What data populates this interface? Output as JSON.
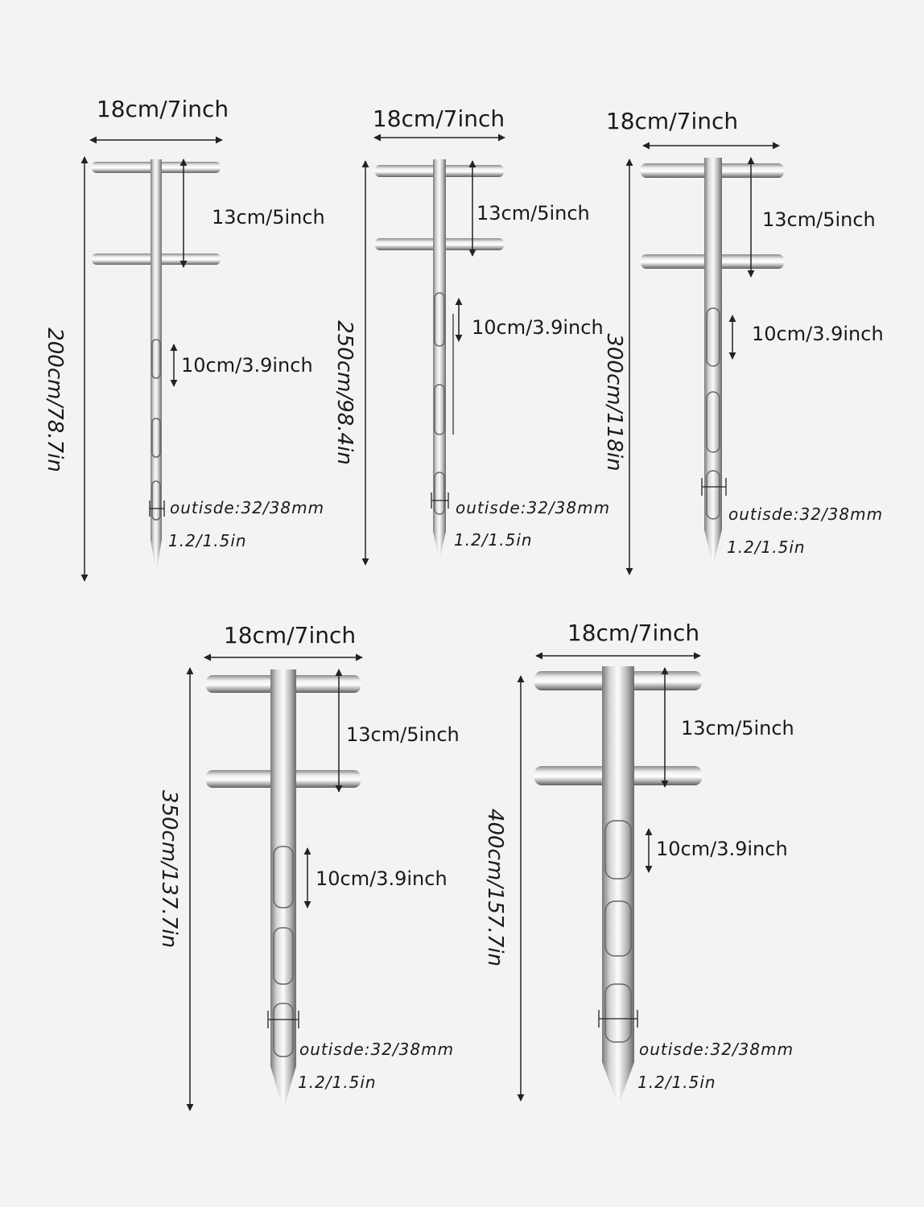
{
  "colors": {
    "background": "#f3f3f3",
    "steel_light": "#f4f4f4",
    "steel_mid": "#c4c4c4",
    "steel_dark": "#6e6e6e",
    "line": "#222222"
  },
  "probes": [
    {
      "id": "p200",
      "handle_width": "18cm/7inch",
      "handle_gap": "13cm/5inch",
      "slot_length": "10cm/3.9inch",
      "total_length": "200cm/78.7in",
      "outside_diameter": "outisde:32/38mm",
      "outside_diameter_in": "1.2/1.5in"
    },
    {
      "id": "p250",
      "handle_width": "18cm/7inch",
      "handle_gap": "13cm/5inch",
      "slot_length": "10cm/3.9inch",
      "total_length": "250cm/98.4in",
      "outside_diameter": "outisde:32/38mm",
      "outside_diameter_in": "1.2/1.5in"
    },
    {
      "id": "p300",
      "handle_width": "18cm/7inch",
      "handle_gap": "13cm/5inch",
      "slot_length": "10cm/3.9inch",
      "total_length": "300cm/118in",
      "outside_diameter": "outisde:32/38mm",
      "outside_diameter_in": "1.2/1.5in"
    },
    {
      "id": "p350",
      "handle_width": "18cm/7inch",
      "handle_gap": "13cm/5inch",
      "slot_length": "10cm/3.9inch",
      "total_length": "350cm/137.7in",
      "outside_diameter": "outisde:32/38mm",
      "outside_diameter_in": "1.2/1.5in"
    },
    {
      "id": "p400",
      "handle_width": "18cm/7inch",
      "handle_gap": "13cm/5inch",
      "slot_length": "10cm/3.9inch",
      "total_length": "400cm/157.7in",
      "outside_diameter": "outisde:32/38mm",
      "outside_diameter_in": "1.2/1.5in"
    }
  ]
}
